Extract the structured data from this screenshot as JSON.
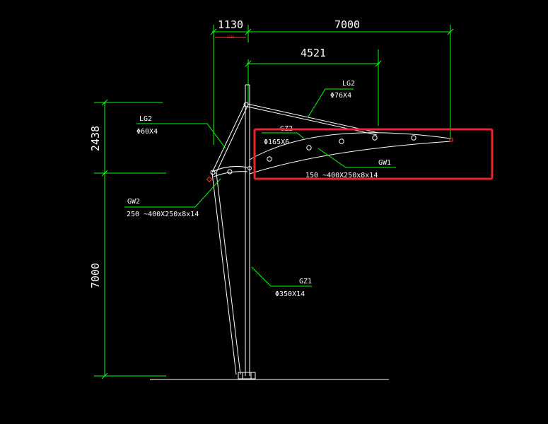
{
  "dimensions": {
    "top_left": "1130",
    "top_right": "7000",
    "mid": "4521",
    "small_mark": "1130",
    "vertical_upper": "2438",
    "vertical_lower": "7000"
  },
  "labels": {
    "lg2_left_name": "LG2",
    "lg2_left_spec": "Φ60X4",
    "lg2_top_name": "LG2",
    "lg2_top_spec": "Φ76X4",
    "gz2_name": "GZ2",
    "gz2_spec": "Φ165X6",
    "gw1_name": "GW1",
    "gw1_spec": "150  ~400X250x8x14",
    "gw2_name": "GW2",
    "gw2_spec": "250  ~400X250x8x14",
    "gz1_name": "GZ1",
    "gz1_spec": "Φ350X14"
  },
  "colors": {
    "background": "#000000",
    "dimension_lines": "#00ff00",
    "structure": "#ffffff",
    "highlight": "#e8242c",
    "marker": "#ff3b1f"
  }
}
